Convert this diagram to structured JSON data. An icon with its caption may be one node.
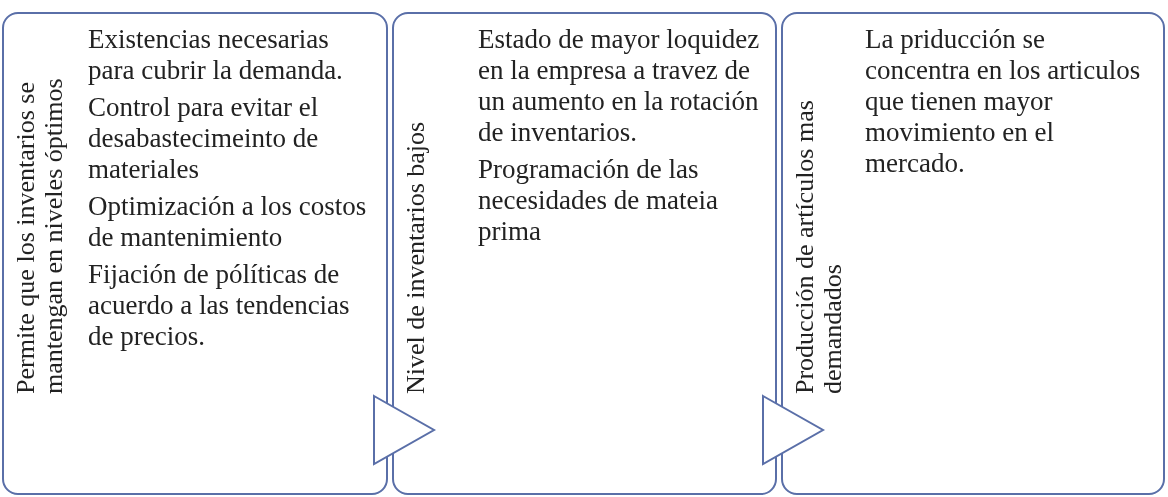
{
  "diagram": {
    "nodes": [
      {
        "text": [
          "Permite que los inventarios se mantengan en niveles óptimos",
          "Existencias necesarias para cubrir la demanda.",
          "Control para evitar el desabastecimeinto de materiales",
          "Optimización a los costos de mantenimiento",
          "Fijación de pólíticas de acuerdo a las tendencias de precios."
        ]
      },
      {
        "text": [
          "Nivel de inventarios bajos",
          "Estado de mayor loquidez en la empresa a travez de un aumento en la rotación de inventarios.",
          "Programación de las necesidades de mateia prima"
        ]
      },
      {
        "text": [
          "Producción de artículos mas demandados",
          "La priducción se concentra en los articulos que tienen mayor movimiento en el mercado."
        ]
      }
    ],
    "edges": [
      {
        "from": 0,
        "to": 1,
        "arrow": "to"
      },
      {
        "from": 1,
        "to": 2,
        "arrow": "to"
      }
    ]
  }
}
